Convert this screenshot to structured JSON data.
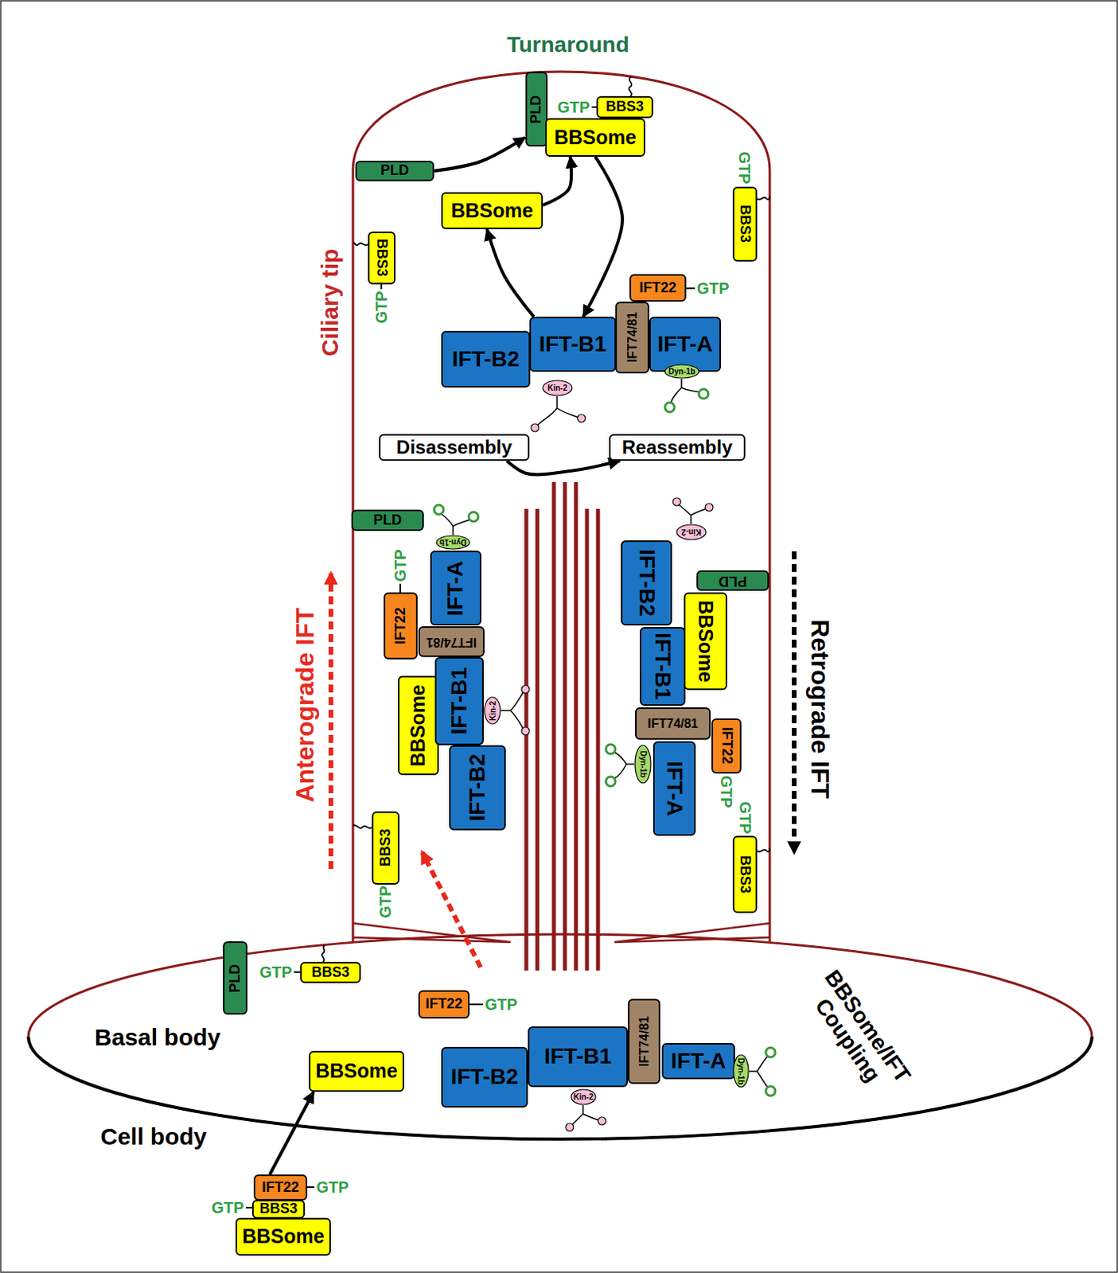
{
  "diagram": {
    "nodes": [
      {
        "text": [
          "PLD"
        ]
      },
      {
        "text": [
          "BBS3"
        ]
      },
      {
        "text": [
          "BBSome"
        ]
      },
      {
        "text": [
          "PLD"
        ]
      },
      {
        "text": [
          "BBS3"
        ]
      },
      {
        "text": [
          "BBSome"
        ]
      },
      {
        "text": [
          "BBS3"
        ]
      },
      {
        "text": [
          "IFT22"
        ]
      },
      {
        "text": [
          "IFT-B2"
        ]
      },
      {
        "text": [
          "IFT-B1"
        ]
      },
      {
        "text": [
          "IFT74/81"
        ]
      },
      {
        "text": [
          "IFT-A"
        ]
      },
      {
        "text": [
          "Kin-2"
        ]
      },
      {
        "text": [
          "Dyn-1b"
        ]
      },
      {
        "text": [
          "Disassembly"
        ]
      },
      {
        "text": [
          "Reassembly"
        ]
      },
      {
        "text": [
          "PLD"
        ]
      },
      {
        "text": [
          "Dyn-1b"
        ]
      },
      {
        "text": [
          "IFT-A"
        ]
      },
      {
        "text": [
          "IFT22"
        ]
      },
      {
        "text": [
          "IFT74/81"
        ]
      },
      {
        "text": [
          "BBSome"
        ]
      },
      {
        "text": [
          "IFT-B1"
        ]
      },
      {
        "text": [
          "Kin-2"
        ]
      },
      {
        "text": [
          "IFT-B2"
        ]
      },
      {
        "text": [
          "BBS3"
        ]
      },
      {
        "text": [
          "Kin-2"
        ]
      },
      {
        "text": [
          "IFT-B2"
        ]
      },
      {
        "text": [
          "PLD"
        ]
      },
      {
        "text": [
          "BBSome"
        ]
      },
      {
        "text": [
          "IFT-B1"
        ]
      },
      {
        "text": [
          "IFT74/81"
        ]
      },
      {
        "text": [
          "IFT22"
        ]
      },
      {
        "text": [
          "IFT-A"
        ]
      },
      {
        "text": [
          "Dyn-1b"
        ]
      },
      {
        "text": [
          "BBS3"
        ]
      },
      {
        "text": [
          "PLD"
        ]
      },
      {
        "text": [
          "BBS3"
        ]
      },
      {
        "text": [
          "IFT22"
        ]
      },
      {
        "text": [
          "IFT-B2"
        ]
      },
      {
        "text": [
          "IFT-B1"
        ]
      },
      {
        "text": [
          "IFT74/81"
        ]
      },
      {
        "text": [
          "IFT-A"
        ]
      },
      {
        "text": [
          "Dyn-1b"
        ]
      },
      {
        "text": [
          "Kin-2"
        ]
      },
      {
        "text": [
          "BBSome"
        ]
      },
      {
        "text": [
          "IFT22"
        ]
      },
      {
        "text": [
          "BBS3"
        ]
      },
      {
        "text": [
          "BBSome"
        ]
      }
    ],
    "edges": [
      {
        "from": 3,
        "to": 0,
        "arrow": "to"
      },
      {
        "from": 5,
        "to": 2,
        "arrow": "to"
      },
      {
        "from": 2,
        "to": 9,
        "arrow": "to"
      },
      {
        "from": 9,
        "to": 5,
        "arrow": "to"
      },
      {
        "from": 14,
        "to": 15,
        "arrow": "to"
      },
      {
        "from": 46,
        "to": 45,
        "arrow": "to"
      }
    ],
    "labels": [
      "Turnaround",
      "GTP",
      "Ciliary tip",
      "GTP",
      "GTP",
      "GTP",
      "Anterograde IFT",
      "GTP",
      "Retrograde IFT",
      "GTP",
      "GTP",
      "GTP",
      "GTP",
      "GTP",
      "Basal body",
      "BBSome/IFT Coupling",
      "GTP",
      "GTP",
      "Cell body"
    ]
  }
}
